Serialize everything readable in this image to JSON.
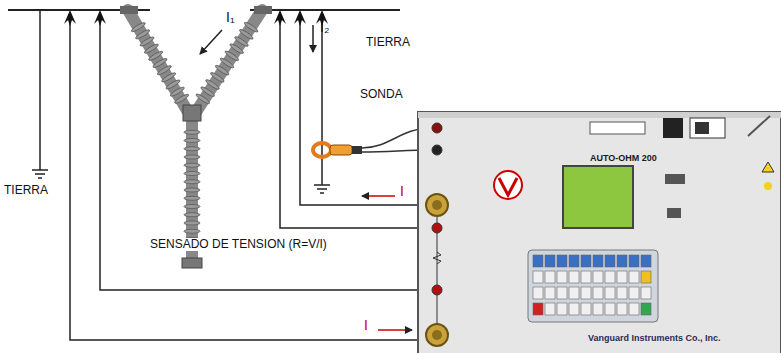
{
  "diagram": {
    "nodes": [
      {
        "text": [
          "AUTO-OHM 200",
          "Vanguard Instruments Co., Inc."
        ]
      }
    ],
    "labels": [
      "I₁",
      "I₂",
      "TIERRA",
      "SONDA",
      "TIERRA",
      "SENSADO DE TENSION  (R=V/I)",
      "I",
      "I"
    ]
  }
}
